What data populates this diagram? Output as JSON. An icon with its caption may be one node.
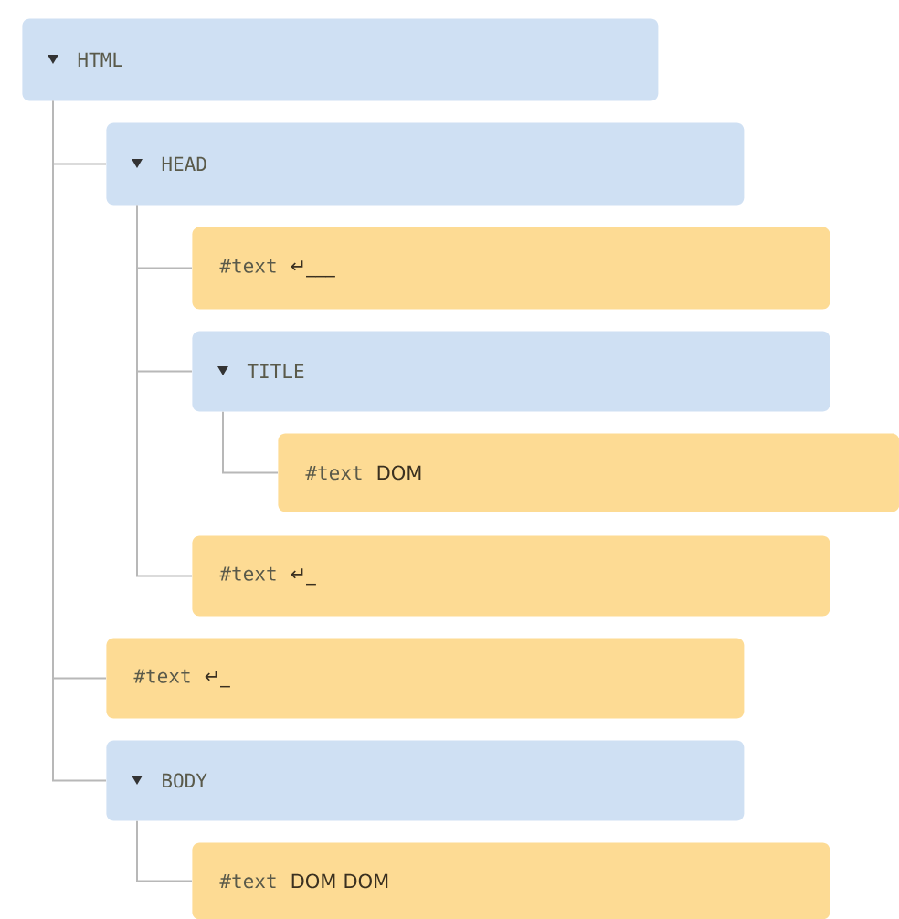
{
  "diagram": {
    "nodes": [
      {
        "text": [
          "HTML"
        ]
      },
      {
        "text": [
          "HEAD"
        ]
      },
      {
        "text": [
          "#text",
          "↵___"
        ]
      },
      {
        "text": [
          "TITLE"
        ]
      },
      {
        "text": [
          "#text",
          "DOM"
        ]
      },
      {
        "text": [
          "#text",
          "↵_"
        ]
      },
      {
        "text": [
          "#text",
          "↵_"
        ]
      },
      {
        "text": [
          "BODY"
        ]
      },
      {
        "text": [
          "#text",
          "DOM DOM"
        ]
      }
    ],
    "edges": [
      {
        "from": 0,
        "to": 1,
        "arrow": "none"
      },
      {
        "from": 1,
        "to": 2,
        "arrow": "none"
      },
      {
        "from": 1,
        "to": 3,
        "arrow": "none"
      },
      {
        "from": 3,
        "to": 4,
        "arrow": "none"
      },
      {
        "from": 1,
        "to": 5,
        "arrow": "none"
      },
      {
        "from": 0,
        "to": 6,
        "arrow": "none"
      },
      {
        "from": 0,
        "to": 7,
        "arrow": "none"
      },
      {
        "from": 7,
        "to": 8,
        "arrow": "none"
      }
    ]
  }
}
